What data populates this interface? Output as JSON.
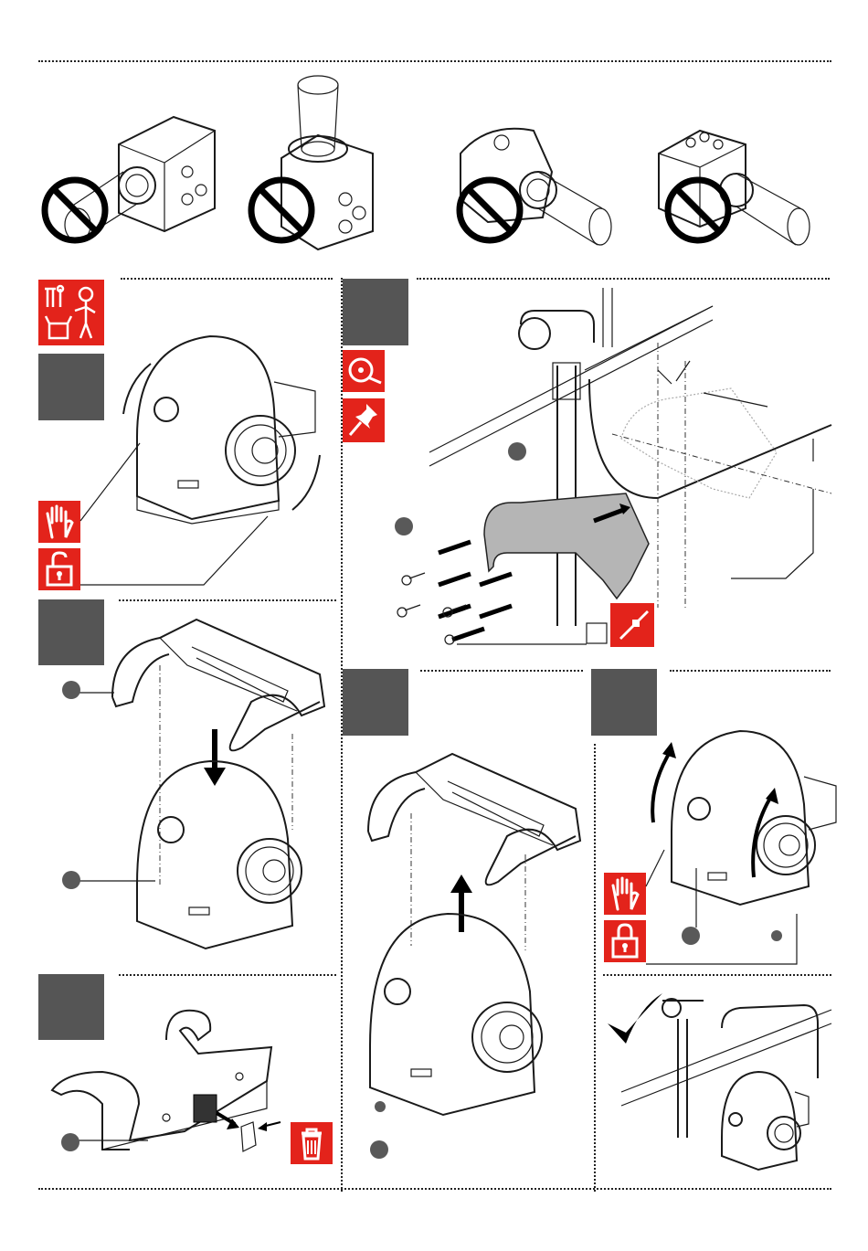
{
  "page": {
    "title": "",
    "steps": [
      {
        "id": "step-1-remove-cover"
      },
      {
        "id": "step-2-mount-bracket"
      },
      {
        "id": "step-3-fit-bracket"
      },
      {
        "id": "step-4-lift-off"
      },
      {
        "id": "step-5-lock"
      },
      {
        "id": "step-6-remove-label"
      },
      {
        "id": "step-7-result"
      }
    ]
  },
  "icons": {
    "forbidden": "no-sign-icon",
    "tools_person": "tools-person-icon",
    "tape_measure": "tape-measure-icon",
    "pushpin": "pushpin-icon",
    "hand": "hand-icon",
    "unlock": "unlock-icon",
    "lock": "lock-icon",
    "screwdriver": "screwdriver-icon",
    "trash": "trash-icon",
    "checkmark": "checkmark-icon"
  },
  "colors": {
    "accent_red": "#e3231b",
    "step_box_gray": "#555555",
    "callout_gray": "#595959"
  }
}
